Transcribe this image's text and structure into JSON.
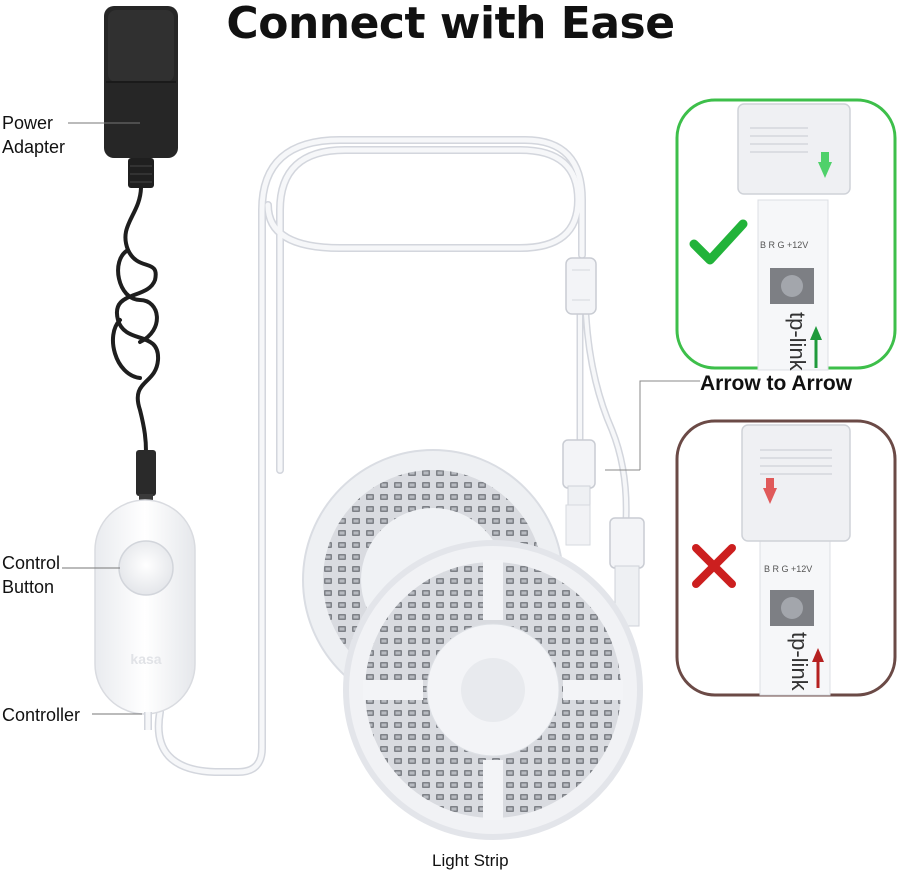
{
  "title": "Connect with Ease",
  "labels": {
    "power_adapter_line1": "Power",
    "power_adapter_line2": "Adapter",
    "control_button_line1": "Control",
    "control_button_line2": "Button",
    "controller": "Controller",
    "light_strip": "Light Strip",
    "arrow_to_arrow": "Arrow to Arrow"
  },
  "printed": {
    "controller_brand": "kasa",
    "strip_brand": "tp-link",
    "strip_pins": "B R G +12V"
  },
  "panels": [
    {
      "state": "correct",
      "border_color": "#3dbf4a",
      "mark": "check-icon",
      "mark_color": "#22b33a",
      "arrow_color": "#1f9a3b",
      "cap_arrow_color": "#4fd16a"
    },
    {
      "state": "incorrect",
      "border_color": "#6b4a46",
      "mark": "x-icon",
      "mark_color": "#cc1f1f",
      "arrow_color": "#b52020",
      "cap_arrow_color": "#e05a5a"
    }
  ],
  "colors": {
    "background": "#ffffff",
    "cable": "#f4f5f8",
    "cable_edge": "#d6d9e0",
    "adapter": "#2a2a2a",
    "led_gray": "#8a8d92"
  }
}
